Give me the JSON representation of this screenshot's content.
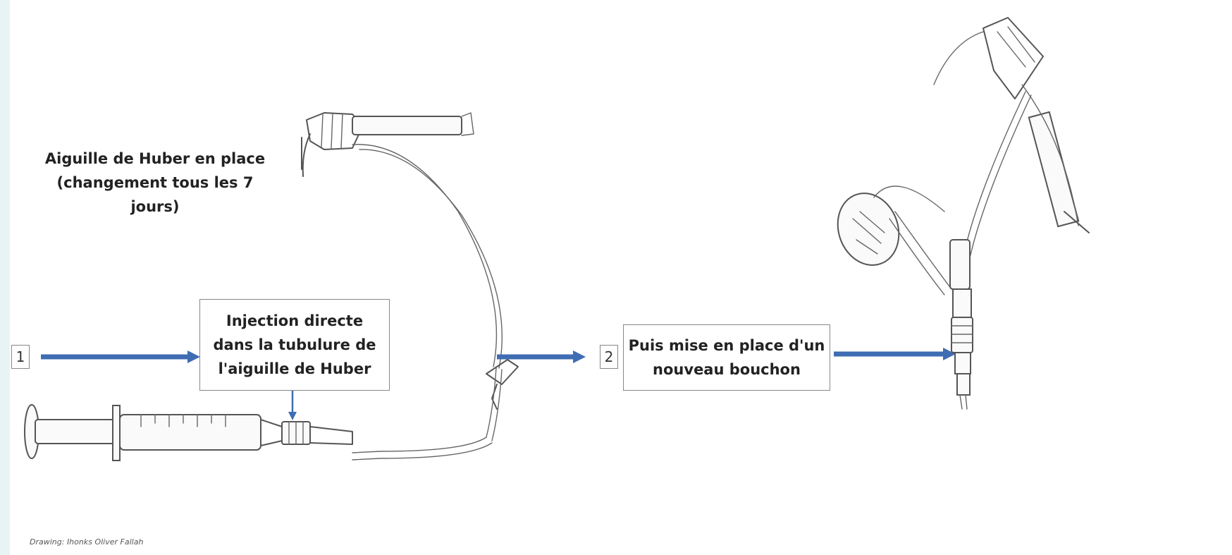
{
  "huber_label": {
    "line1": "Aiguille de Huber en place",
    "line2": "(changement tous les 7 jours)"
  },
  "step1": {
    "number": "1",
    "box_line1": "Injection directe",
    "box_line2": "dans la tubulure de",
    "box_line3": "l'aiguille de Huber"
  },
  "step2": {
    "number": "2",
    "box_line1": "Puis mise en place d'un",
    "box_line2": "nouveau bouchon"
  },
  "credit": "Drawing: Ihonks Oliver Fallah",
  "colors": {
    "arrow": "#3f6db3",
    "line_art": "#555555",
    "box_border": "#888888"
  }
}
